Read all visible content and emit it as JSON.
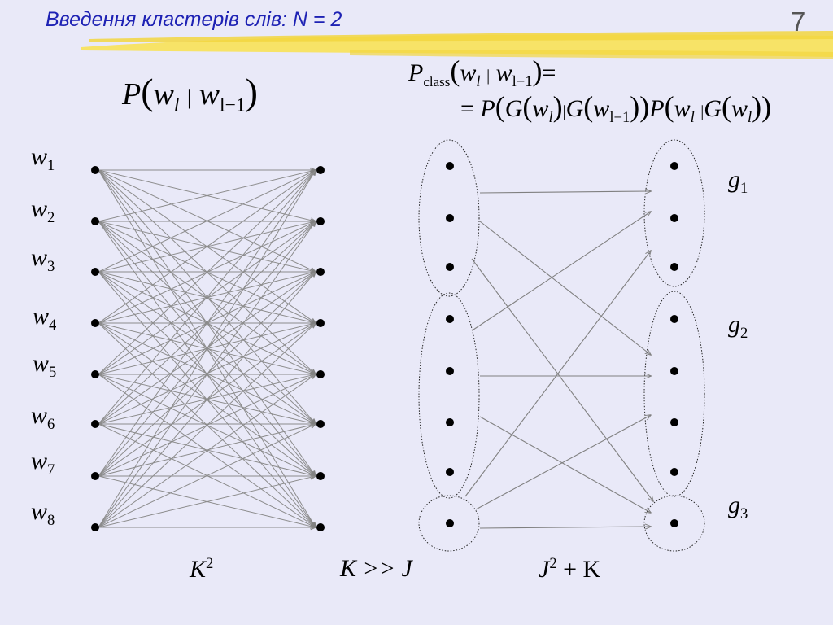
{
  "slide": {
    "title": "Введення кластерів слів:  N = 2",
    "number": "7",
    "accent_color": "#1e22b4",
    "highlight_color": "#f7e25a"
  },
  "formula_left": {
    "P": "P",
    "w": "w",
    "l": "l",
    "bar": "|",
    "l_minus_1": "l−1"
  },
  "formula_right": {
    "line1": {
      "P": "P",
      "class": "class",
      "w": "w",
      "l": "l",
      "bar": "|",
      "l_minus_1": "l−1",
      "eq": "="
    },
    "line2": {
      "eq": "=",
      "P": "P",
      "G": "G",
      "w": "w",
      "l": "l",
      "bar": "|",
      "l_minus_1": "l−1"
    }
  },
  "word_labels": [
    {
      "base": "w",
      "sub": "1"
    },
    {
      "base": "w",
      "sub": "2"
    },
    {
      "base": "w",
      "sub": "3"
    },
    {
      "base": "w",
      "sub": "4"
    },
    {
      "base": "w",
      "sub": "5"
    },
    {
      "base": "w",
      "sub": "6"
    },
    {
      "base": "w",
      "sub": "7"
    },
    {
      "base": "w",
      "sub": "8"
    }
  ],
  "group_labels": [
    {
      "base": "g",
      "sub": "1"
    },
    {
      "base": "g",
      "sub": "2"
    },
    {
      "base": "g",
      "sub": "3"
    }
  ],
  "bottom_labels": {
    "k_squared": {
      "base": "K",
      "sup": "2"
    },
    "k_much_greater_j": "K >> J",
    "j_squared_plus_k": {
      "base": "J",
      "sup": "2",
      "rest": " + K"
    }
  }
}
